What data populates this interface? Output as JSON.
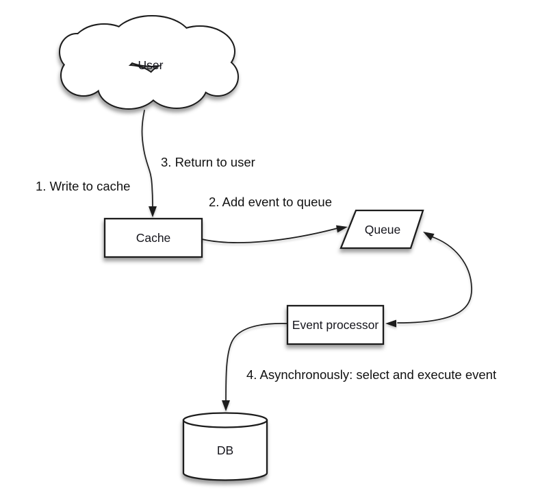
{
  "nodes": {
    "user": {
      "label": "User",
      "shape": "cloud"
    },
    "cache": {
      "label": "Cache",
      "shape": "rectangle"
    },
    "queue": {
      "label": "Queue",
      "shape": "parallelogram"
    },
    "event_processor": {
      "label": "Event processor",
      "shape": "rectangle"
    },
    "db": {
      "label": "DB",
      "shape": "cylinder"
    }
  },
  "annotations": {
    "step1": "1. Write to cache",
    "step2": "2. Add event to queue",
    "step3": "3. Return to user",
    "step4": "4. Asynchronously: select and execute event"
  },
  "edges": [
    {
      "from": "user",
      "to": "cache",
      "labels": [
        "1. Write to cache",
        "3. Return to user"
      ],
      "arrow": "into-cache"
    },
    {
      "from": "cache",
      "to": "queue",
      "labels": [
        "2. Add event to queue"
      ],
      "arrow": "into-queue"
    },
    {
      "from": "queue",
      "to": "event_processor",
      "labels": [],
      "arrow": "both-ends"
    },
    {
      "from": "event_processor",
      "to": "db",
      "labels": [
        "4. Asynchronously: select and execute event"
      ],
      "arrow": "into-db"
    }
  ],
  "colors": {
    "background": "#ffffff",
    "shape_fill": "#ffffff",
    "stroke": "#1a1a1a",
    "text": "#15151c"
  }
}
